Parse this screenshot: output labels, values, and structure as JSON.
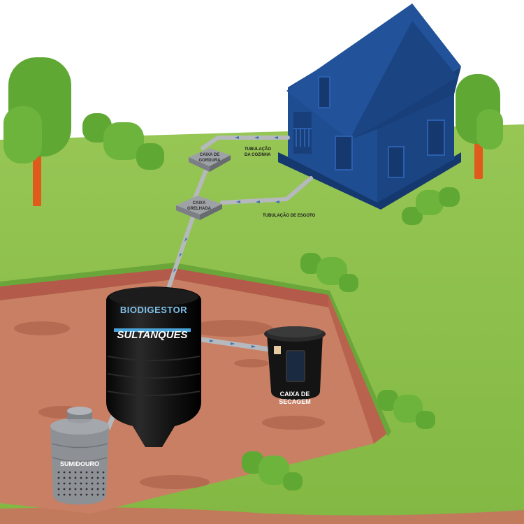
{
  "labels": {
    "caixa_gordura_line1": "CAIXA DE",
    "caixa_gordura_line2": "GORDURA",
    "caixa_grelhada_line1": "CAIXA",
    "caixa_grelhada_line2": "GRELHADA",
    "tubulacao_cozinha_line1": "TUBULAÇÃO",
    "tubulacao_cozinha_line2": "DA COZINHA",
    "tubulacao_esgoto": "TUBULAÇÃO DE ESGOTO",
    "biodigestor": "BIODIGESTOR",
    "brand": "SULTANQUES",
    "caixa_secagem_line1": "CAIXA DE",
    "caixa_secagem_line2": "SECAGEM",
    "sumidouro": "SUMIDOURO"
  },
  "colors": {
    "grass": "#8cc04a",
    "soil": "#c97f63",
    "house": "#1e4b8f",
    "tank": "#141414",
    "pipe": "#b5b9be",
    "brand_accent": "#4aa3d8"
  }
}
